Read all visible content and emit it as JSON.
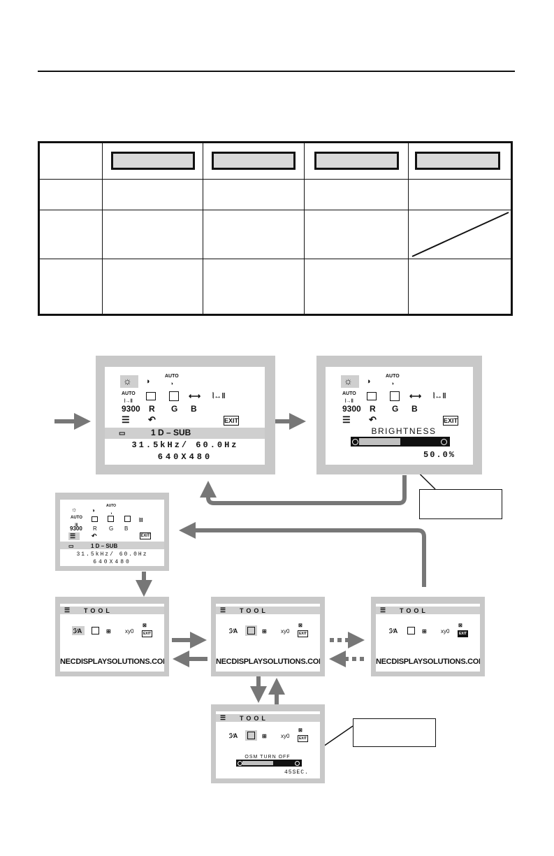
{
  "osd": {
    "main_menu": {
      "preset_row": "9300",
      "color_r": "R",
      "color_g": "G",
      "color_b": "B",
      "exit": "EXIT",
      "auto": "AUTO",
      "input": "1  D – SUB",
      "frequency": "31.5kHz/ 60.0Hz",
      "resolution": "640X480"
    },
    "brightness": {
      "label": "BRIGHTNESS",
      "value_text": "50.0%",
      "level_percent": 50
    },
    "tool": {
      "title": "TOOL",
      "brand": "NECDISPLAYSOLUTIONS.COM",
      "xy_label": "xy0",
      "osm_turn_off_label": "OSM TURN OFF",
      "osm_value": "45SEC."
    }
  }
}
